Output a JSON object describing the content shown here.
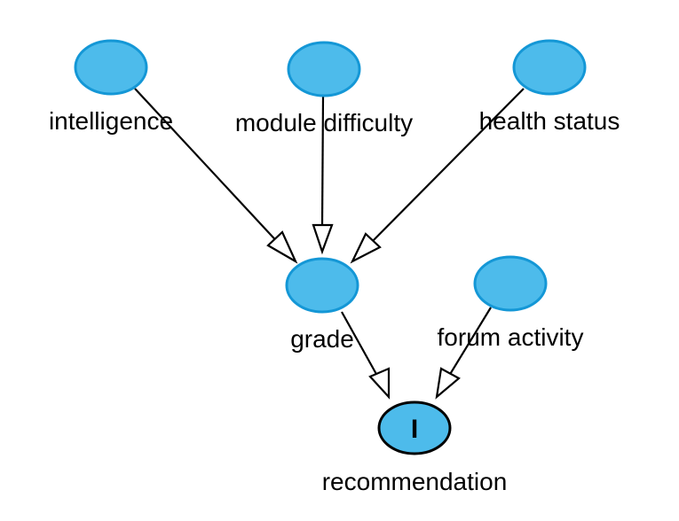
{
  "colors": {
    "node_fill": "#4DBBEB",
    "node_stroke": "#1497D6",
    "decision_stroke": "#000000",
    "edge": "#000000"
  },
  "nodes": {
    "intelligence": {
      "label": "intelligence"
    },
    "module_difficulty": {
      "label": "module difficulty"
    },
    "health_status": {
      "label": "health status"
    },
    "grade": {
      "label": "grade"
    },
    "forum_activity": {
      "label": "forum activity"
    },
    "recommendation": {
      "label": "recommendation",
      "marker": "I"
    }
  },
  "edges": [
    {
      "from": "intelligence",
      "to": "grade"
    },
    {
      "from": "module difficulty",
      "to": "grade"
    },
    {
      "from": "health status",
      "to": "grade"
    },
    {
      "from": "grade",
      "to": "recommendation"
    },
    {
      "from": "forum activity",
      "to": "recommendation"
    }
  ]
}
